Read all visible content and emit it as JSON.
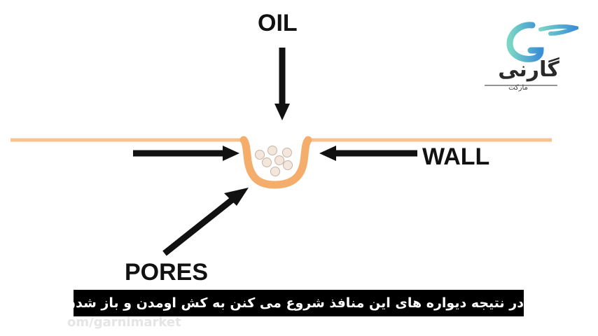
{
  "diagram": {
    "labels": {
      "oil": "OIL",
      "wall": "WALL",
      "pores": "PORES"
    },
    "colors": {
      "surface": "#f6c28f",
      "pore_wall": "#f4ad6b",
      "arrow": "#111111",
      "particle": "#f3e6dc"
    },
    "oil_particle_count": 7
  },
  "logo": {
    "name": "گارنی",
    "subtitle": "مارکت",
    "colors": {
      "gradient_start": "#7ad6c4",
      "gradient_end": "#3a8fd6",
      "text": "#2a2a2a"
    }
  },
  "caption": {
    "text": "در نتیجه دیواره های این منافذ شروع می کنن به کش اومدن و باز شدن"
  },
  "watermark": {
    "text": "om/garnimarket"
  }
}
